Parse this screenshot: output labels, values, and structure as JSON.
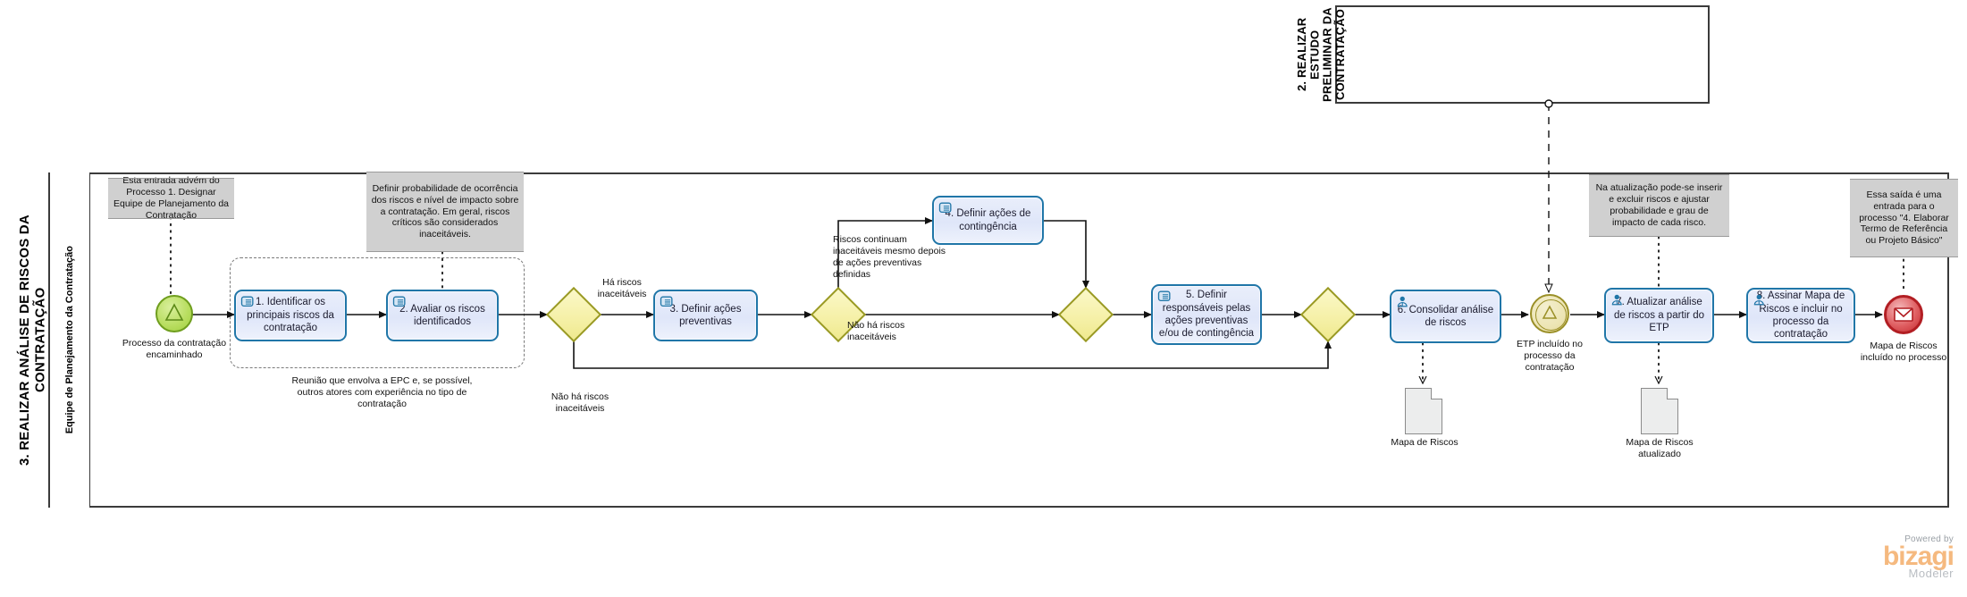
{
  "diagram": {
    "type": "bpmn-process",
    "pools": [
      {
        "id": "pool-etp",
        "title": "2. REALIZAR ESTUDO PRELIMINAR DA CONTRATAÇÃO",
        "lanes": []
      },
      {
        "id": "pool-riscos",
        "title": "3. REALIZAR ANÁLISE DE RISCOS DA CONTRATAÇÃO",
        "lanes": [
          {
            "id": "lane-epc",
            "title": "Equipe de Planejamento da Contratação"
          }
        ]
      }
    ],
    "events": [
      {
        "id": "ev-start",
        "kind": "start-signal",
        "label": "Processo da contratação encaminhado"
      },
      {
        "id": "ev-inter",
        "kind": "intermediate-signal-catch",
        "label": "ETP incluído no processo da contratação"
      },
      {
        "id": "ev-end",
        "kind": "end-message",
        "label": "Mapa de Riscos incluído no processo"
      }
    ],
    "tasks": [
      {
        "id": "task-1",
        "label": "1. Identificar os principais riscos da contratação",
        "icon": "manual-task-icon"
      },
      {
        "id": "task-2",
        "label": "2. Avaliar os riscos identificados",
        "icon": "manual-task-icon"
      },
      {
        "id": "task-3",
        "label": "3. Definir ações preventivas",
        "icon": "manual-task-icon"
      },
      {
        "id": "task-4",
        "label": "4. Definir ações de contingência",
        "icon": "manual-task-icon"
      },
      {
        "id": "task-5",
        "label": "5. Definir responsáveis pelas ações preventivas e/ou de contingência",
        "icon": "manual-task-icon"
      },
      {
        "id": "task-6",
        "label": "6. Consolidar análise de riscos",
        "icon": "user-task-icon"
      },
      {
        "id": "task-7",
        "label": "7. Atualizar análise de riscos a partir do ETP",
        "icon": "user-task-icon"
      },
      {
        "id": "task-8",
        "label": "8. Assinar Mapa de Riscos e incluir no processo da contratação",
        "icon": "user-task-icon"
      }
    ],
    "gateways": [
      {
        "id": "gw-1",
        "kind": "exclusive"
      },
      {
        "id": "gw-2",
        "kind": "exclusive"
      },
      {
        "id": "gw-3",
        "kind": "exclusive"
      },
      {
        "id": "gw-4",
        "kind": "exclusive"
      }
    ],
    "flow_labels": [
      {
        "id": "flow-ha-riscos",
        "text": "Há riscos inaceitáveis"
      },
      {
        "id": "flow-nao-ha-riscos-1",
        "text": "Não há riscos inaceitáveis"
      },
      {
        "id": "flow-riscos-continuam",
        "text": "Riscos continuam inaceitáveis mesmo depois de ações preventivas definidas"
      },
      {
        "id": "flow-nao-ha-riscos-2",
        "text": "Não há riscos inaceitáveis"
      }
    ],
    "annotations": [
      {
        "id": "note-entrada",
        "text": "Esta entrada advém do Processo 1. Designar Equipe de Planejamento da Contratação"
      },
      {
        "id": "note-probabilidade",
        "text": "Definir probabilidade de ocorrência dos riscos e nível de impacto sobre a contratação. Em geral, riscos críticos são considerados inaceitáveis."
      },
      {
        "id": "note-atualizacao",
        "text": "Na atualização pode-se inserir e excluir riscos e ajustar probabilidade e grau de impacto de cada risco."
      },
      {
        "id": "note-saida",
        "text": "Essa saída é uma entrada para o processo \"4. Elaborar Termo de Referência ou Projeto Básico\""
      }
    ],
    "group_caption": {
      "id": "group-reuniao",
      "text": "Reunião que envolva a EPC e, se possível, outros atores com experiência no tipo de contratação"
    },
    "data_objects": [
      {
        "id": "data-mapa-riscos",
        "label": "Mapa de Riscos"
      },
      {
        "id": "data-mapa-riscos-atualizado",
        "label": "Mapa de Riscos atualizado"
      }
    ],
    "colors": {
      "task_border": "#2076a8",
      "task_fill": "#e4eafb",
      "gateway_border": "#9a9a22",
      "gateway_fill": "#f5f0a6",
      "start_event": "#9fce3f",
      "intermediate_event": "#ded08a",
      "end_event": "#c42a2f",
      "annotation_fill": "#d0d0d0",
      "pool_border": "#3b3b3b"
    }
  },
  "branding": {
    "powered_by": "Powered by",
    "product": "bizagi",
    "edition": "Modeler"
  }
}
